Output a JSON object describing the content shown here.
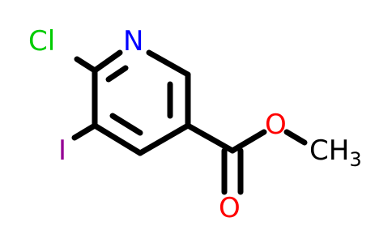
{
  "molecule": {
    "atoms": {
      "n": "N",
      "cl": "Cl",
      "i": "I",
      "o_ether": "O",
      "o_carbonyl": "O",
      "methyl_c": "CH",
      "methyl_sub": "3"
    },
    "colors": {
      "nitrogen": "#0000ff",
      "chlorine": "#00cc00",
      "iodine": "#940094",
      "oxygen": "#ff0000",
      "carbon": "#000000",
      "bond": "#000000"
    }
  }
}
